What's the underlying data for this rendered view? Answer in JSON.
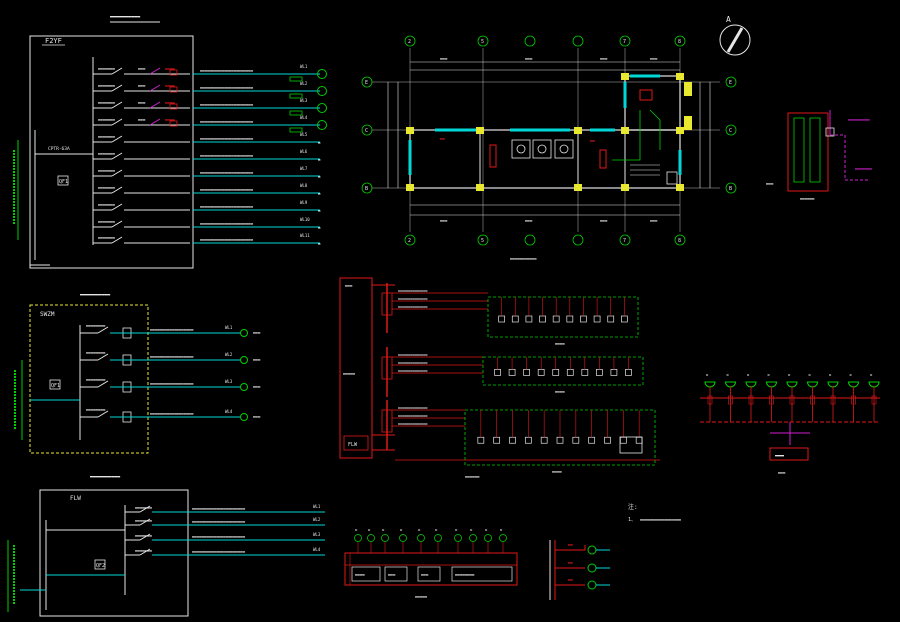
{
  "sheet": {
    "background": "#000000",
    "colors": {
      "white": "#e6e6e6",
      "cyan": "#00d8d8",
      "green": "#00d000",
      "red": "#e01818",
      "magenta": "#d020d0",
      "yellow": "#e8e830",
      "blue": "#3050ff"
    }
  },
  "north_arrow": {
    "label": "A"
  },
  "panel_top_left": {
    "code": "F2YF",
    "incoming_breaker": "CPTR-63A",
    "breaker_label": "QF1",
    "circuit_tags": [
      "WL1",
      "WL2",
      "WL3",
      "WL4",
      "WL5",
      "WL6",
      "WL7",
      "WL8",
      "WL9",
      "WL10",
      "WL11"
    ]
  },
  "panel_mid_left": {
    "code": "SWZM",
    "breaker_label": "QF1",
    "circuit_tags": [
      "WL1",
      "WL2",
      "WL3",
      "WL4"
    ]
  },
  "panel_bottom_left": {
    "code": "FLW",
    "breaker_label": "QF2",
    "circuit_tags": [
      "WL1",
      "WL2",
      "WL3",
      "WL4"
    ]
  },
  "floor_plan": {
    "axis_top": [
      "2",
      "5",
      "7",
      "8"
    ],
    "axis_bottom": [
      "2",
      "5",
      "7",
      "8"
    ],
    "axis_left": [
      "E",
      "C",
      "B"
    ],
    "axis_right": [
      "E",
      "C",
      "B"
    ]
  },
  "system_diagram": {
    "bus_label": "FLW"
  },
  "notes": {
    "heading": "注:",
    "line1": "1、"
  }
}
